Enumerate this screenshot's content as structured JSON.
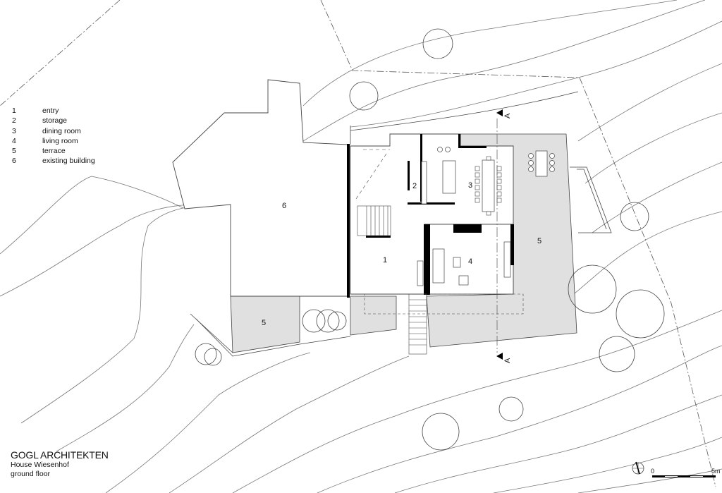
{
  "legend": [
    {
      "num": "1",
      "label": "entry"
    },
    {
      "num": "2",
      "label": "storage"
    },
    {
      "num": "3",
      "label": "dining room"
    },
    {
      "num": "4",
      "label": "living room"
    },
    {
      "num": "5",
      "label": "terrace"
    },
    {
      "num": "6",
      "label": "existing building"
    }
  ],
  "title_block": {
    "firm": "GOGL ARCHITEKTEN",
    "project": "House Wiesenhof",
    "level": "ground floor"
  },
  "room_labels": {
    "entry": "1",
    "storage": "2",
    "dining": "3",
    "living": "4",
    "terrace_east": "5",
    "terrace_west": "5",
    "existing": "6"
  },
  "section_marker": "A",
  "scale_bar": {
    "start": "0",
    "end": "5m"
  },
  "colors": {
    "line": "#444444",
    "wall": "#000000",
    "terrace_fill": "#e0e0e0"
  }
}
